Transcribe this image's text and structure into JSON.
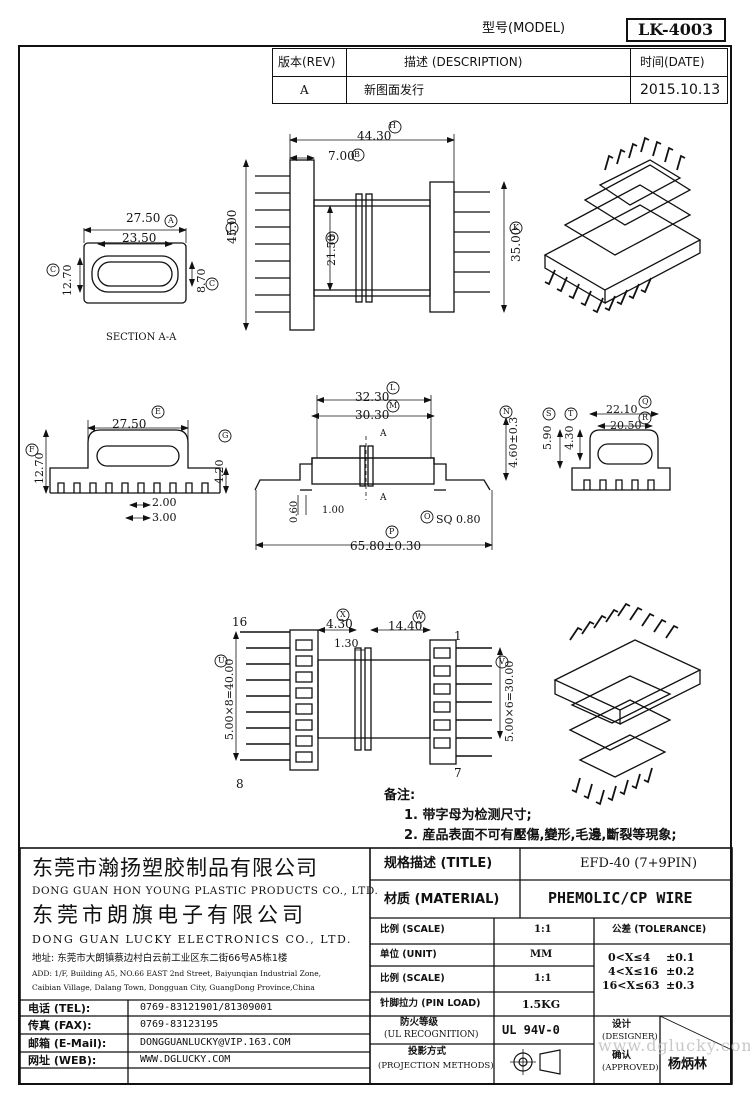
{
  "header": {
    "model_label": "型号(MODEL)",
    "model_value": "LK-4003",
    "rev_label": "版本(REV)",
    "desc_label": "描述 (DESCRIPTION)",
    "date_label": "时间(DATE)",
    "rev_value": "A",
    "desc_value": "新图面发行",
    "date_value": "2015.10.13"
  },
  "dimensions": {
    "H": "44.30",
    "B": "7.00",
    "J": "45.00",
    "K": "35.00",
    "D": "21.50",
    "A": "27.50",
    "A_inner": "23.50",
    "C": "12.70",
    "C2": "8.70",
    "section": "SECTION A-A",
    "E": "27.50",
    "F": "12.70",
    "G": "4.20",
    "pin_pitch": "2.00",
    "pin_w": "3.00",
    "L": "32.30",
    "M": "30.30",
    "N": "4.60±0.3",
    "cut_a": "A",
    "P": "65.80±0.30",
    "O": "SQ 0.80",
    "left_h": "0.60",
    "left_w": "1.00",
    "S": "5.90",
    "T": "4.30",
    "Q": "22.10",
    "R": "20.50",
    "X": "4.30",
    "W": "14.40",
    "X2": "1.30",
    "U": "5.00×8=40.00",
    "V": "5.00×6=30.00",
    "pin16": "16",
    "pin8": "8",
    "pin1": "1",
    "pin7": "7",
    "circle_H": "H",
    "circle_B": "B",
    "circle_J": "J",
    "circle_K": "K",
    "circle_D": "D",
    "circle_A": "A",
    "circle_Cl": "C",
    "circle_Cr": "C",
    "circle_E": "E",
    "circle_F": "F",
    "circle_G": "G",
    "circle_L": "L",
    "circle_M": "M",
    "circle_N": "N",
    "circle_P": "P",
    "circle_O": "O",
    "circle_S": "S",
    "circle_T": "T",
    "circle_Q": "Q",
    "circle_R": "R",
    "circle_X": "X",
    "circle_W": "W",
    "circle_U": "U",
    "circle_V": "V"
  },
  "notes": {
    "title": "备注:",
    "items": [
      "1. 带字母为检测尺寸;",
      "2. 産品表面不可有壓傷,變形,毛邊,斷裂等現象;"
    ]
  },
  "company": {
    "name1_cn": "东莞市瀚扬塑胶制品有限公司",
    "name1_en": "DONG GUAN HON YOUNG PLASTIC PRODUCTS CO., LTD.",
    "name2_cn": "东莞市朗旗电子有限公司",
    "name2_en": "DONG GUAN LUCKY ELECTRONICS CO., LTD.",
    "addr_cn": "地址: 东莞市大朗镇蔡边村白云前工业区东二街66号A5栋1楼",
    "addr_en1": "ADD: 1/F, Building A5, NO.66 EAST 2nd Street, Baiyunqian Industrial Zone,",
    "addr_en2": "Caibian Village, Dalang Town, Dongguan City, GuangDong Province,China",
    "tel_label": "电话 (TEL):",
    "tel_value": "0769-83121901/81309001",
    "fax_label": "传真 (FAX):",
    "fax_value": "0769-83123195",
    "email_label": "邮箱 (E-Mail):",
    "email_value": "DONGGUANLUCKY@VIP.163.COM",
    "web_label": "网址 (WEB):",
    "web_value": "WWW.DGLUCKY.COM"
  },
  "spec": {
    "title_label": "规格描述 (TITLE)",
    "title_value": "EFD-40 (7+9PIN)",
    "material_label": "材质 (MATERIAL)",
    "material_value": "PHEMOLIC/CP WIRE",
    "scale_label": "比例 (SCALE)",
    "scale_value": "1:1",
    "tol_label": "公差 (TOLERANCE)",
    "unit_label": "单位 (UNIT)",
    "unit_value": "MM",
    "scale2_label": "比例 (SCALE)",
    "scale2_value": "1:1",
    "tol_rows": [
      {
        "range": "0<X≤4",
        "tol": "±0.1"
      },
      {
        "range": "4<X≤16",
        "tol": "±0.2"
      },
      {
        "range": "16<X≤63",
        "tol": "±0.3"
      }
    ],
    "pinload_label": "针脚拉力 (PIN LOAD)",
    "pinload_value": "1.5KG",
    "ul_label1": "防火等级",
    "ul_label2": "(UL RECOGNITION)",
    "ul_value": "UL 94V-0",
    "proj_label1": "投影方式",
    "proj_label2": "(PROJECTION METHODS)",
    "designer_label1": "设计",
    "designer_label2": "(DESIGNER)",
    "approved_label1": "确认",
    "approved_label2": "(APPROVED)",
    "approved_value": "杨炳林",
    "watermark": "www.dglucky.com"
  }
}
